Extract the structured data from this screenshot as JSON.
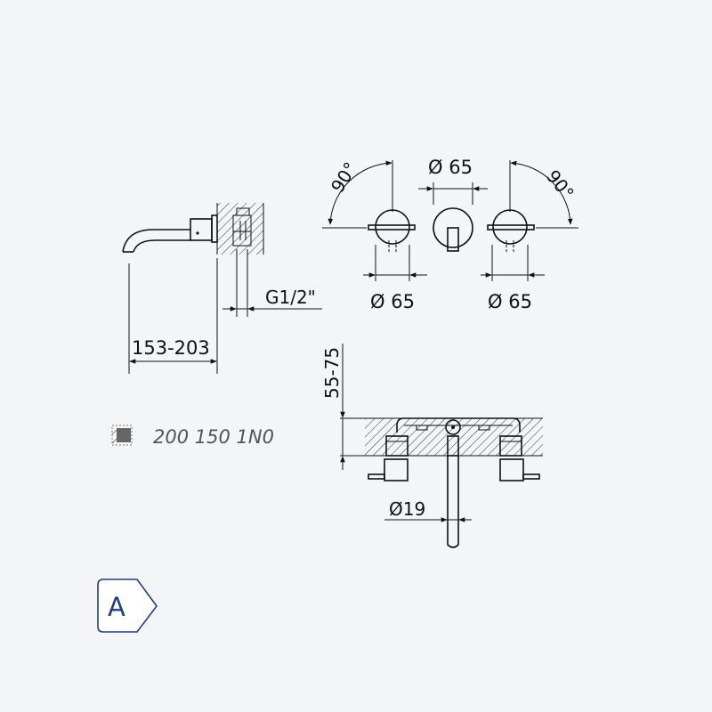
{
  "dimensions": {
    "spout_length": "153-203",
    "thread": "G1/2\"",
    "rough_depth": "55-75",
    "spout_diameter": "Ø19",
    "handle_left_diameter": "Ø 65",
    "handle_right_diameter": "Ø 65",
    "spout_cover_diameter": "Ø 65",
    "rotation_left": "90°",
    "rotation_right": "90°"
  },
  "product": {
    "code": "200 150 1N0",
    "icon": "concealed-box-icon"
  },
  "energy_label": {
    "class": "A",
    "color": "#1f3f7f"
  },
  "colors": {
    "background": "#f3f5f7",
    "line": "#111111"
  }
}
